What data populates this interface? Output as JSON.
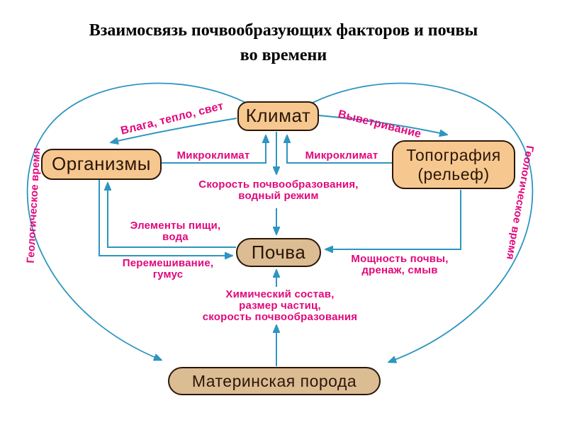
{
  "title": "Взаимосвязь почвообразующих факторов и почвы\nво времени",
  "colors": {
    "arrow": "#2e95c0",
    "label": "#e2077c",
    "box_fill_warm": "#f6c78f",
    "box_fill_tan": "#dcbc93",
    "box_border": "#2b1708",
    "box_text": "#2b1708",
    "title": "#000000"
  },
  "nodes": {
    "climate": {
      "label": "Климат"
    },
    "organisms": {
      "label": "Организмы"
    },
    "topography": {
      "label": "Топография\n(рельеф)"
    },
    "soil": {
      "label": "Почва"
    },
    "parent_rock": {
      "label": "Материнская порода"
    }
  },
  "edge_labels": {
    "moisture_heat_light": "Влага, тепло, свет",
    "weathering": "Выветривание",
    "microclimate_left": "Микроклимат",
    "microclimate_right": "Микроклимат",
    "soil_formation_rate": "Скорость почвообразования,\nводный режим",
    "food_elements_water": "Элементы пищи,\nвода",
    "mixing_humus": "Перемешивание,\nгумус",
    "soil_thickness_drainage": "Мощность почвы,\nдренаж, смыв",
    "chemical_composition": "Химический состав,\nразмер частиц,\nскорость почвообразования",
    "geological_time_left": "Геологическое время",
    "geological_time_right": "Геологическое время"
  }
}
